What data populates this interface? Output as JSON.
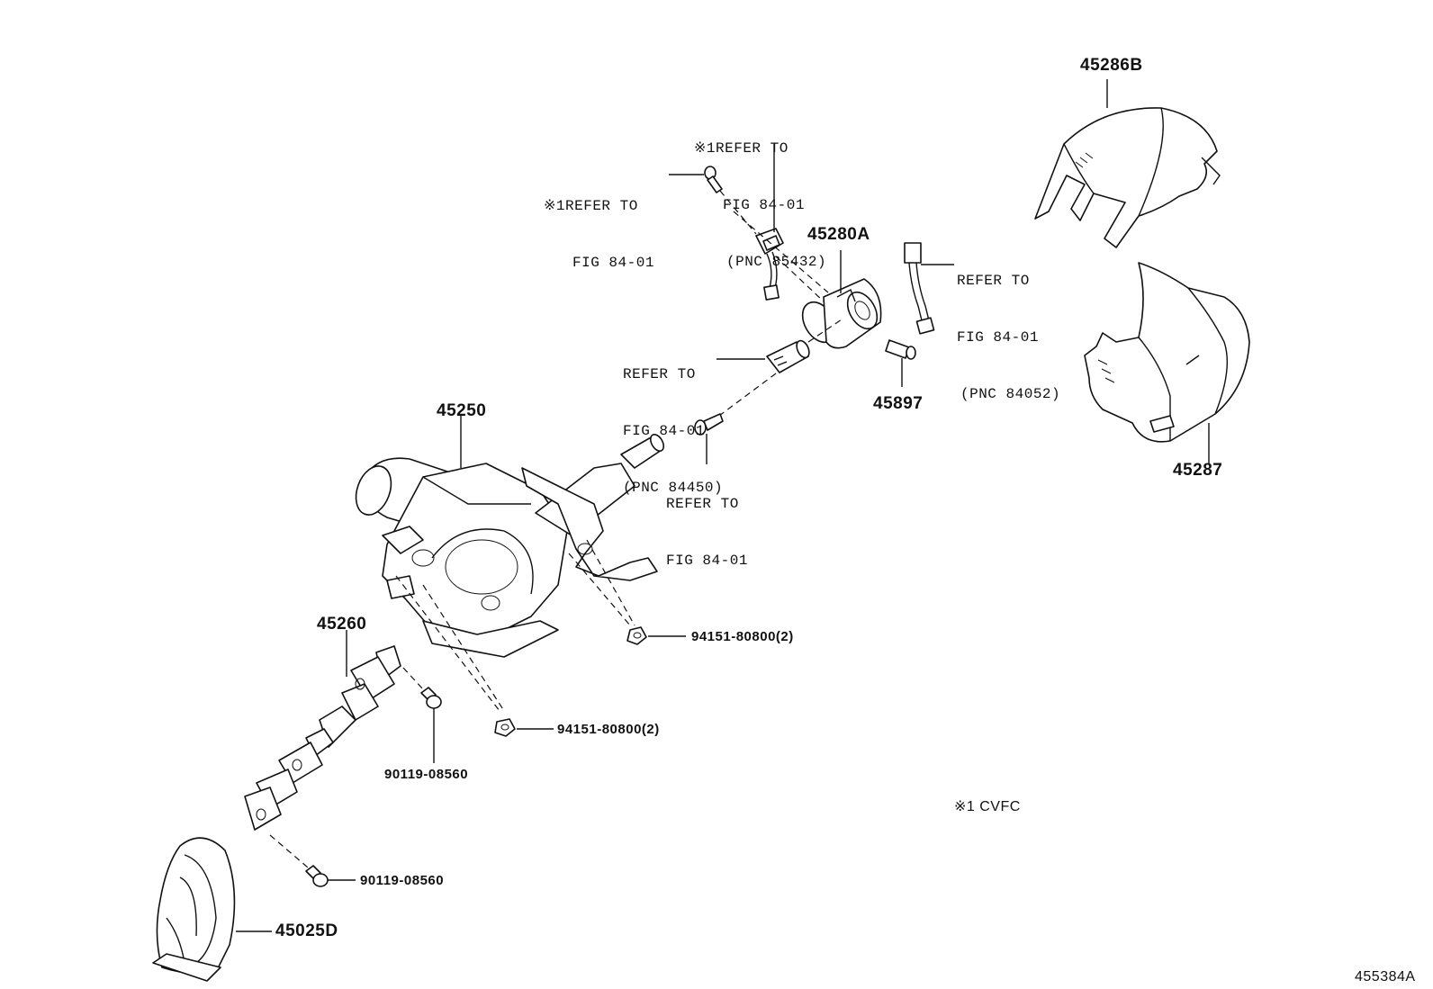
{
  "diagram_id": "455384A",
  "footnote": "※1 CVFC",
  "parts": {
    "cover_upper": "45286B",
    "cover_lower": "45287",
    "lock_cylinder": "45280A",
    "column_assy": "45250",
    "shaft": "45260",
    "boot": "45025D",
    "switch_bolt": "45897",
    "nut_upper": "94151-80800(2)",
    "nut_lower": "94151-80800(2)",
    "bolt_shaft": "90119-08560",
    "bolt_bottom": "90119-08560"
  },
  "refs": {
    "ref_85432": [
      "※1REFER TO",
      "FIG 84-01",
      "(PNC 85432)"
    ],
    "ref_bolt_upper": [
      "※1REFER TO",
      "FIG 84-01"
    ],
    "ref_84052": [
      "REFER TO",
      "FIG 84-01",
      "(PNC 84052)"
    ],
    "ref_84450": [
      "REFER TO",
      "FIG 84-01",
      "(PNC 84450)"
    ],
    "ref_bolt_mid": [
      "REFER TO",
      "FIG 84-01"
    ]
  }
}
